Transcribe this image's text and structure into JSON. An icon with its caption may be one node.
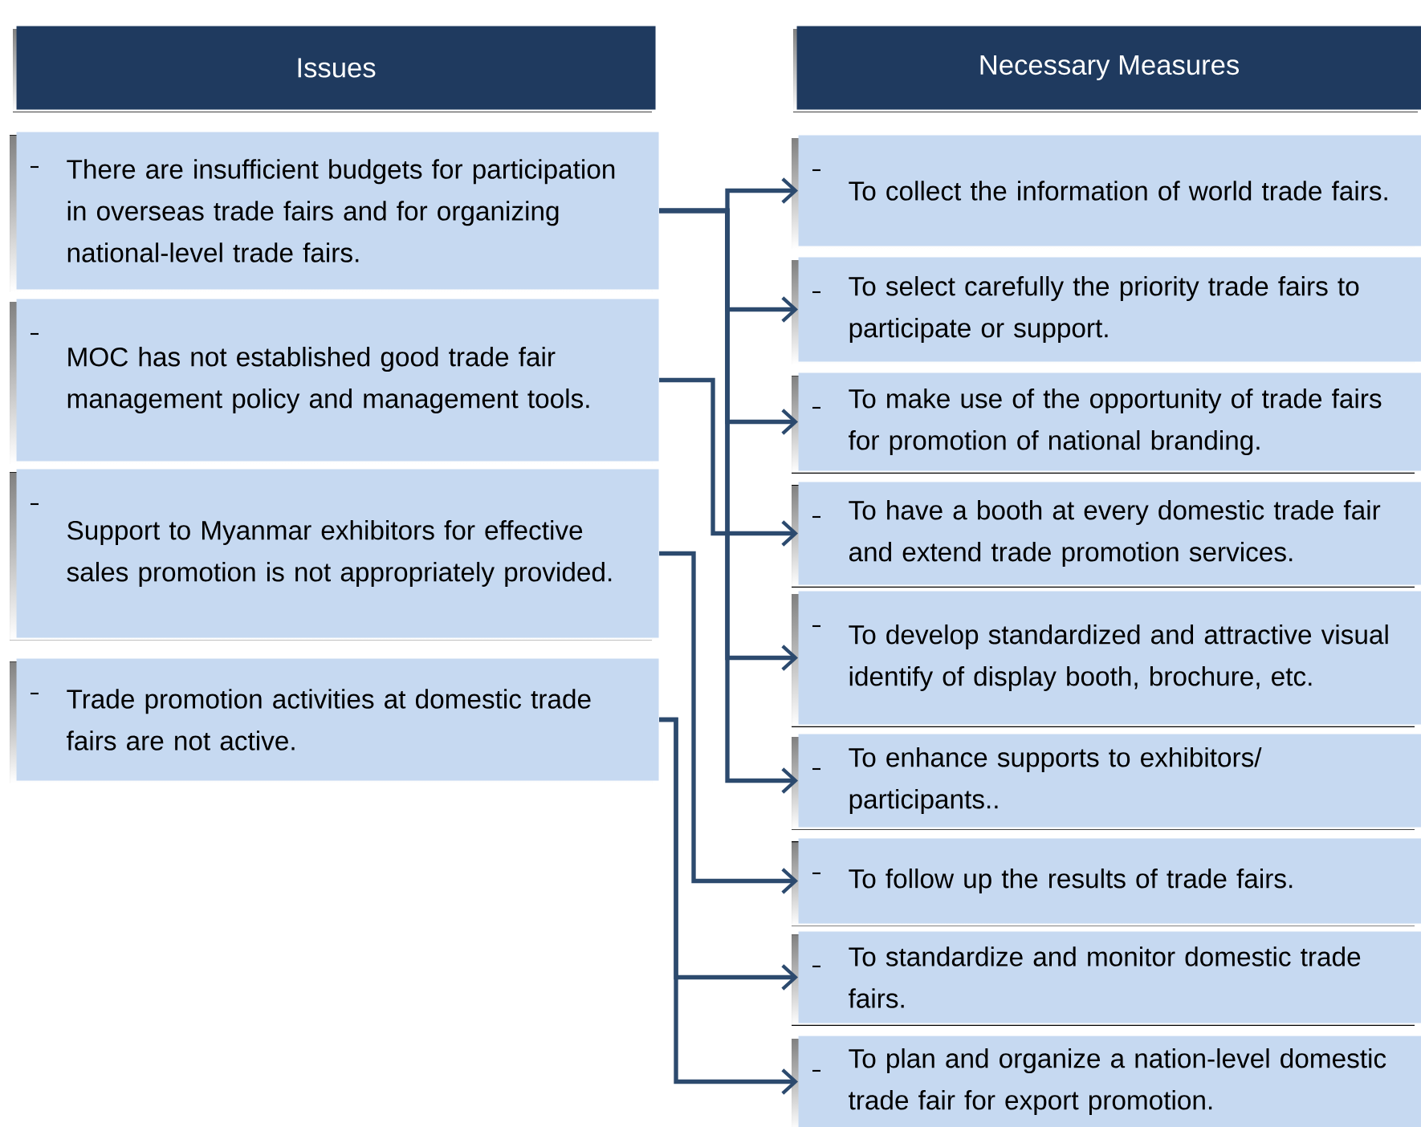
{
  "diagram": {
    "nodes": [
      {
        "text": [
          "Issues"
        ]
      },
      {
        "text": [
          "Necessary Measures"
        ]
      },
      {
        "text": [
          "There are insufficient budgets for participation in overseas trade fairs and for organizing national-level trade fairs."
        ]
      },
      {
        "text": [
          "MOC has not established good trade fair management policy and management tools."
        ]
      },
      {
        "text": [
          "Support to Myanmar exhibitors for effective sales promotion is not appropriately provided."
        ]
      },
      {
        "text": [
          "Trade promotion activities at domestic trade fairs are not active."
        ]
      },
      {
        "text": [
          "To collect the information of world trade fairs."
        ]
      },
      {
        "text": [
          "To select carefully the priority trade fairs to participate or support."
        ]
      },
      {
        "text": [
          "To make use of the opportunity of trade fairs for promotion of national branding."
        ]
      },
      {
        "text": [
          "To have a booth at every domestic trade fair and extend trade promotion services."
        ]
      },
      {
        "text": [
          "To develop standardized and attractive visual identify of display booth, brochure, etc."
        ]
      },
      {
        "text": [
          "To enhance supports to exhibitors/ participants.."
        ]
      },
      {
        "text": [
          "To follow up the results of trade fairs."
        ]
      },
      {
        "text": [
          "To standardize and monitor domestic trade fairs."
        ]
      },
      {
        "text": [
          "To plan and organize a nation-level domestic trade fair for export promotion."
        ]
      }
    ],
    "edges": [
      {
        "from": 2,
        "to": 6,
        "arrow": "to"
      },
      {
        "from": 2,
        "to": 7,
        "arrow": "to"
      },
      {
        "from": 2,
        "to": 8,
        "arrow": "to"
      },
      {
        "from": 3,
        "to": 9,
        "arrow": "to"
      },
      {
        "from": 2,
        "to": 10,
        "arrow": "to"
      },
      {
        "from": 2,
        "to": 11,
        "arrow": "to"
      },
      {
        "from": 4,
        "to": 12,
        "arrow": "to"
      },
      {
        "from": 5,
        "to": 13,
        "arrow": "to"
      },
      {
        "from": 5,
        "to": 14,
        "arrow": "to"
      }
    ]
  }
}
